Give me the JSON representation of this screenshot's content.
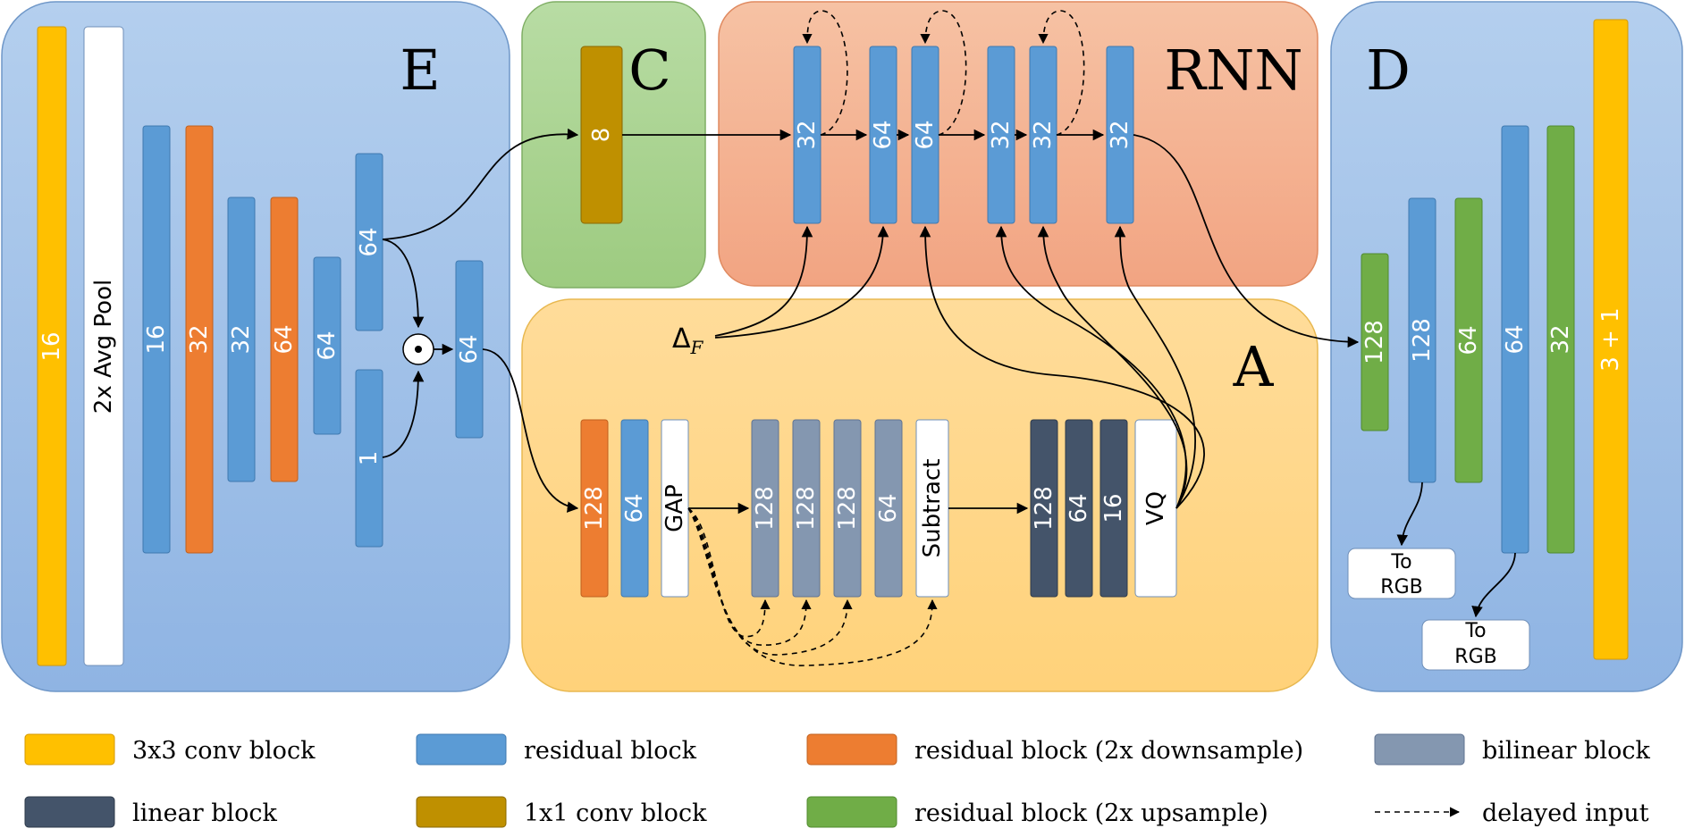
{
  "colors": {
    "conv3x3": "#FFC000",
    "residual": "#5B9BD5",
    "residual_down": "#ED7D31",
    "bilinear": "#8497B0",
    "linear": "#44546A",
    "conv1x1": "#BF9000",
    "residual_up": "#70AD47",
    "white": "#FFFFFF",
    "region_e": "#A5C4E8",
    "region_c": "#A9D18E",
    "region_rnn": "#F4B183",
    "region_a": "#FFD98A",
    "region_d": "#A5C4E8"
  },
  "regions": {
    "e": "E",
    "c": "C",
    "rnn": "RNN",
    "a": "A",
    "d": "D"
  },
  "encoder": {
    "conv16": "16",
    "avgpool": "2x Avg Pool",
    "res16": "16",
    "down32": "32",
    "res32": "32",
    "down64": "64",
    "res64a": "64",
    "res64b": "64",
    "mask1": "1",
    "dot": "⊙",
    "res64out": "64"
  },
  "c_module": {
    "conv8": "8"
  },
  "rnn": {
    "b1": "32",
    "b2": "64",
    "b3": "64",
    "b4": "32",
    "b5": "32",
    "b6": "32"
  },
  "delta": "Δ",
  "delta_sub": "F",
  "a_module": {
    "down128": "128",
    "res64": "64",
    "gap": "GAP",
    "bil1": "128",
    "bil2": "128",
    "bil3": "128",
    "bil4": "64",
    "subtract": "Subtract",
    "lin1": "128",
    "lin2": "64",
    "lin3": "16",
    "vq": "VQ"
  },
  "decoder": {
    "up128": "128",
    "res128": "128",
    "up64": "64",
    "res64": "64",
    "up32": "32",
    "conv_out": "3 + 1",
    "torgb1_l1": "To",
    "torgb1_l2": "RGB",
    "torgb2_l1": "To",
    "torgb2_l2": "RGB"
  },
  "legend": {
    "conv3x3": "3x3 conv block",
    "residual": "residual block",
    "residual_down": "residual block (2x downsample)",
    "bilinear": "bilinear block",
    "linear": "linear block",
    "conv1x1": "1x1 conv block",
    "residual_up": "residual block (2x upsample)",
    "delayed": "delayed input"
  }
}
